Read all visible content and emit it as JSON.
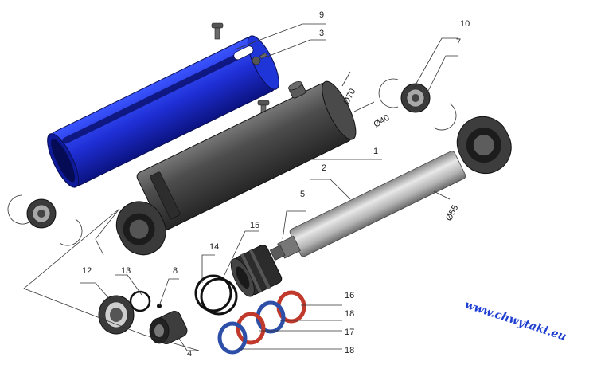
{
  "diagram": {
    "part_labels": [
      "9",
      "3",
      "10",
      "7",
      "1",
      "2",
      "5",
      "15",
      "14",
      "13",
      "12",
      "8",
      "4",
      "16",
      "18",
      "17",
      "18"
    ],
    "dimensions": [
      "Ø70",
      "Ø40",
      "Ø55"
    ],
    "watermark": "www.chwytaki.eu",
    "colors": {
      "cover": "#1f2fd6",
      "barrel": "#4a4a4a",
      "rod": "#bdbdbd",
      "seal_red": "#c0392b",
      "seal_blue": "#2d4fa8"
    }
  }
}
